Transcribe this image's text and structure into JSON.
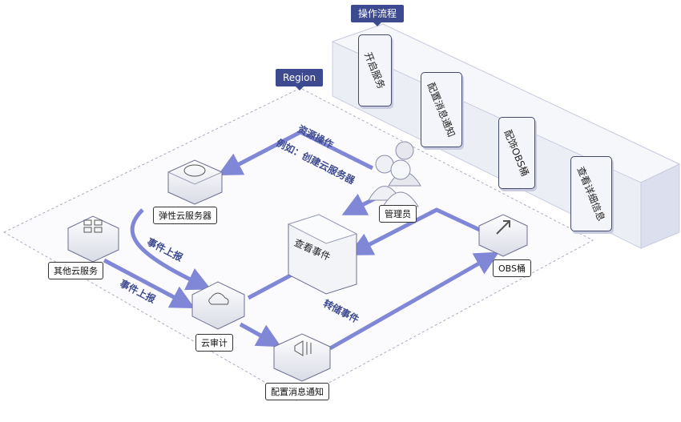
{
  "operation_flow": {
    "title": "操作流程",
    "steps": [
      "开启服务",
      "配置消息通知",
      "配饰OBS桶",
      "查看详细信息"
    ]
  },
  "region": {
    "title": "Region"
  },
  "nodes": {
    "ecs": "弹性云服务器",
    "other": "其他云服务",
    "admin": "管理员",
    "view_events": "查看事件",
    "obs": "OBS桶",
    "cts": "云审计",
    "smn": "配置消息通知"
  },
  "arrow_labels": {
    "resource_op_line1": "资源操作",
    "resource_op_line2": "例如：创建云服务器",
    "event_report_ecs": "事件上报",
    "event_report_other": "事件上报",
    "transfer_events": "转储事件"
  },
  "colors": {
    "accent": "#3d4a8f",
    "arrow": "#8087d6",
    "platform": "#e9eaf4"
  }
}
